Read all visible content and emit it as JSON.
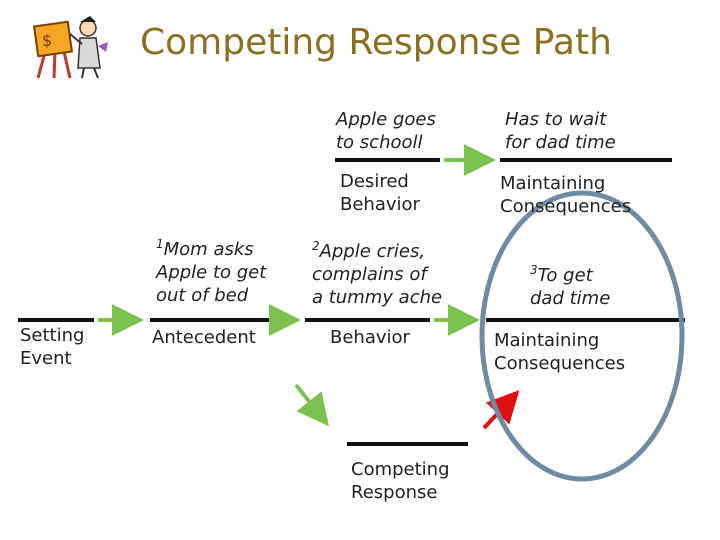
{
  "title": "Competing Response Path",
  "colors": {
    "title": "#8b6e1f",
    "line": "#111111",
    "green_arrow": "#7cc150",
    "red_arrow": "#e01010",
    "circle": "#6f8ba3"
  },
  "top_path": {
    "desired_behavior_text": "Apple goes\nto schooll",
    "desired_behavior_label": "Desired\nBehavior",
    "maintaining_text": "Has to wait\nfor dad time",
    "maintaining_label": "Maintaining\nConsequences"
  },
  "main_path": {
    "setting_event_label": "Setting\nEvent",
    "antecedent_num": "1",
    "antecedent_text": "Mom asks\nApple to get\nout of bed",
    "antecedent_label": "Antecedent",
    "behavior_num": "2",
    "behavior_text": "Apple cries,\ncomplains of\na tummy ache",
    "behavior_label": "Behavior",
    "consequence_num": "3",
    "consequence_text": "To get\ndad time",
    "consequence_label": "Maintaining\nConsequences"
  },
  "competing": {
    "label": "Competing\nResponse"
  },
  "icons": {
    "clipart": "artist-easel-clipart-icon"
  }
}
